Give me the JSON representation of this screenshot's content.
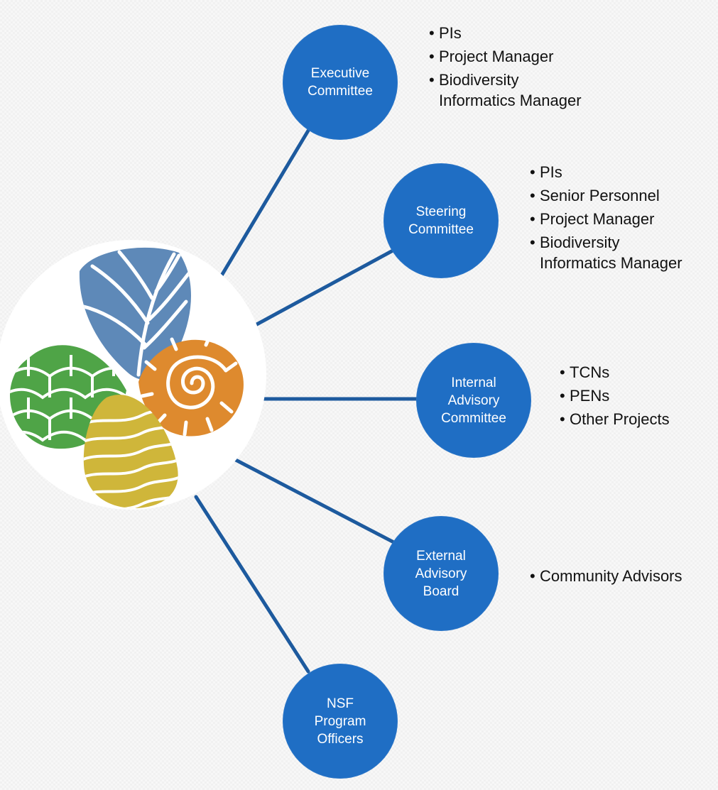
{
  "diagram": {
    "nodes": [
      {
        "id": "exec",
        "label": "Executive\nCommittee",
        "bullets": [
          "PIs",
          "Project Manager",
          "Biodiversity\nInformatics Manager"
        ]
      },
      {
        "id": "steer",
        "label": "Steering\nCommittee",
        "bullets": [
          "PIs",
          "Senior Personnel",
          "Project Manager",
          "Biodiversity\nInformatics Manager"
        ]
      },
      {
        "id": "internal",
        "label": "Internal\nAdvisory\nCommittee",
        "bullets": [
          "TCNs",
          "PENs",
          "Other Projects"
        ]
      },
      {
        "id": "external",
        "label": "External\nAdvisory\nBoard",
        "bullets": [
          "Community Advisors"
        ]
      },
      {
        "id": "nsf",
        "label": "NSF\nProgram\nOfficers",
        "bullets": []
      }
    ]
  },
  "colors": {
    "node_fill": "#1f6ec4",
    "connector": "#1d5a9e",
    "leaf_blue": "#5e89b8",
    "leaf_green": "#4fa447",
    "shell_orange": "#de8a2e",
    "wave_yellow": "#cfb63a",
    "logo_background": "#ffffff"
  }
}
